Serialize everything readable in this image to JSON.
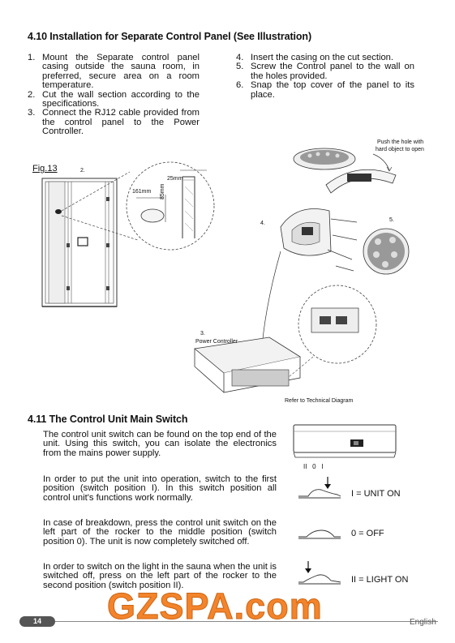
{
  "section_410": {
    "title": "4.10 Installation for Separate Control Panel (See Illustration)",
    "steps_left": [
      {
        "num": "1.",
        "text": "Mount the Separate control panel casing outside the sauna room, in preferred, secure area on a room temperature."
      },
      {
        "num": "2.",
        "text": "Cut the wall section according to the specifications."
      },
      {
        "num": "3.",
        "text": "Connect the RJ12 cable provided from the control panel to the Power Controller."
      }
    ],
    "steps_right": [
      {
        "num": "4.",
        "text": "Insert the casing on the cut section."
      },
      {
        "num": "5.",
        "text": "Screw the Control panel to the wall on the holes provided."
      },
      {
        "num": "6.",
        "text": "Snap the top cover of the panel to its place."
      }
    ]
  },
  "figure": {
    "fig_label": "Fig.13",
    "step2": "2.",
    "step3": "3.",
    "step4": "4.",
    "step5": "5.",
    "dim_161": "161mm",
    "dim_25": "25mm",
    "dim_85": "85mm",
    "push_note_1": "Push the hole with",
    "push_note_2": "hard object to open",
    "power_controller": "Power Controller",
    "refer_note": "Refer to Technical Diagram"
  },
  "section_411": {
    "title": "4.11 The Control Unit Main Switch",
    "paragraphs": [
      "The control unit switch can be found on the top end of the unit. Using this switch, you can isolate the electronics from the mains power supply.",
      "In order to put the unit into operation, switch to the first position (switch position I). In this switch position all control unit's functions work normally.",
      "In case of breakdown, press the control unit switch on the left part of the rocker to the middle position (switch position 0). The unit is now completely switched off.",
      "In order to switch on the light in the sauna when the unit is switched off, press on the left part of the rocker to the second position (switch position II)."
    ],
    "switch_positions": "II   0   I",
    "legend": [
      {
        "label": "I  = UNIT ON"
      },
      {
        "label": "0  = OFF"
      },
      {
        "label": "II  = LIGHT ON"
      }
    ]
  },
  "footer": {
    "page_number": "14",
    "language": "English"
  },
  "watermark": "GZSPA.com",
  "colors": {
    "watermark": "#f27a1a",
    "text": "#111111",
    "footer_pill": "#555555"
  }
}
